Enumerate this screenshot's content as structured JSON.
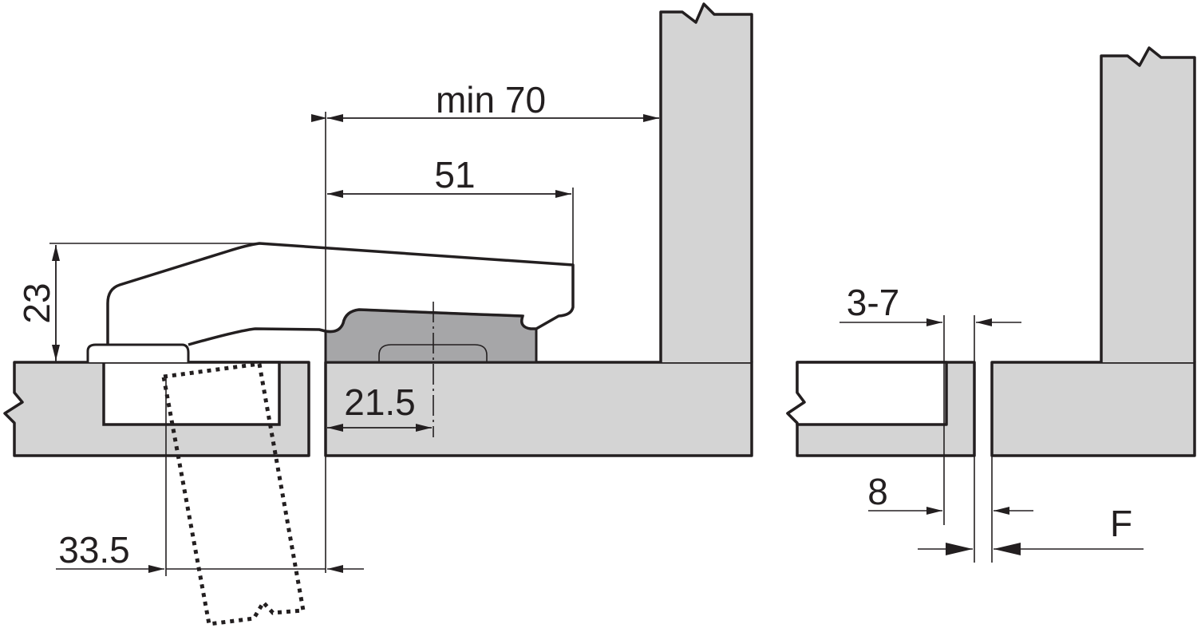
{
  "colors": {
    "panel": "#d4d4d4",
    "plate": "#a6a6a8",
    "line": "#231f20"
  },
  "dimensions": {
    "min70": "min 70",
    "d51": "51",
    "d23": "23",
    "d21_5": "21.5",
    "d33_5": "33.5",
    "d3_7": "3-7",
    "d8": "8",
    "F": "F"
  }
}
